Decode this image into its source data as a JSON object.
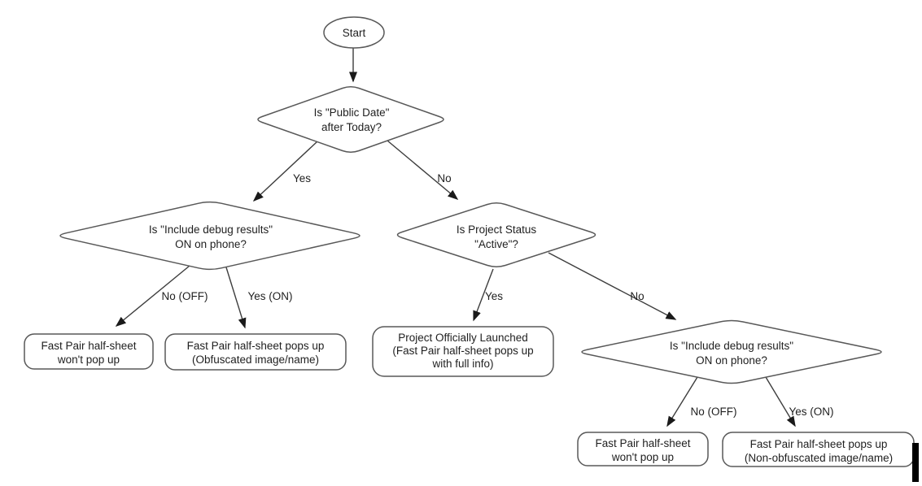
{
  "diagram": {
    "type": "flowchart",
    "colors": {
      "background": "#ffffff",
      "shape_stroke": "#585858",
      "edge_stroke": "#3d3d3d",
      "text": "#1f1f1f",
      "arrowhead": "#1a1a1a",
      "caret": "#000000"
    },
    "nodes": {
      "start": {
        "label": "Start"
      },
      "decision_public_date": {
        "line1": "Is \"Public Date\"",
        "line2": "after Today?"
      },
      "decision_debug_left": {
        "line1": "Is \"Include debug results\"",
        "line2": "ON on phone?"
      },
      "decision_project_status": {
        "line1": "Is Project Status",
        "line2": "\"Active\"?"
      },
      "decision_debug_right": {
        "line1": "Is \"Include debug results\"",
        "line2": "ON on phone?"
      },
      "result_no_popup_left": {
        "line1": "Fast Pair half-sheet",
        "line2": "won't pop up"
      },
      "result_obfuscated": {
        "line1": "Fast Pair half-sheet pops up",
        "line2": "(Obfuscated image/name)"
      },
      "result_launched": {
        "line1": "Project Officially Launched",
        "line2": "(Fast Pair half-sheet pops up",
        "line3": "with full info)"
      },
      "result_no_popup_right": {
        "line1": "Fast Pair half-sheet",
        "line2": "won't pop up"
      },
      "result_non_obfuscated": {
        "line1": "Fast Pair half-sheet pops up",
        "line2": "(Non-obfuscated image/name)"
      }
    },
    "edge_labels": {
      "public_date_yes": "Yes",
      "public_date_no": "No",
      "debug_left_no": "No (OFF)",
      "debug_left_yes": "Yes (ON)",
      "project_status_yes": "Yes",
      "project_status_no": "No",
      "debug_right_no": "No (OFF)",
      "debug_right_yes": "Yes (ON)"
    }
  }
}
